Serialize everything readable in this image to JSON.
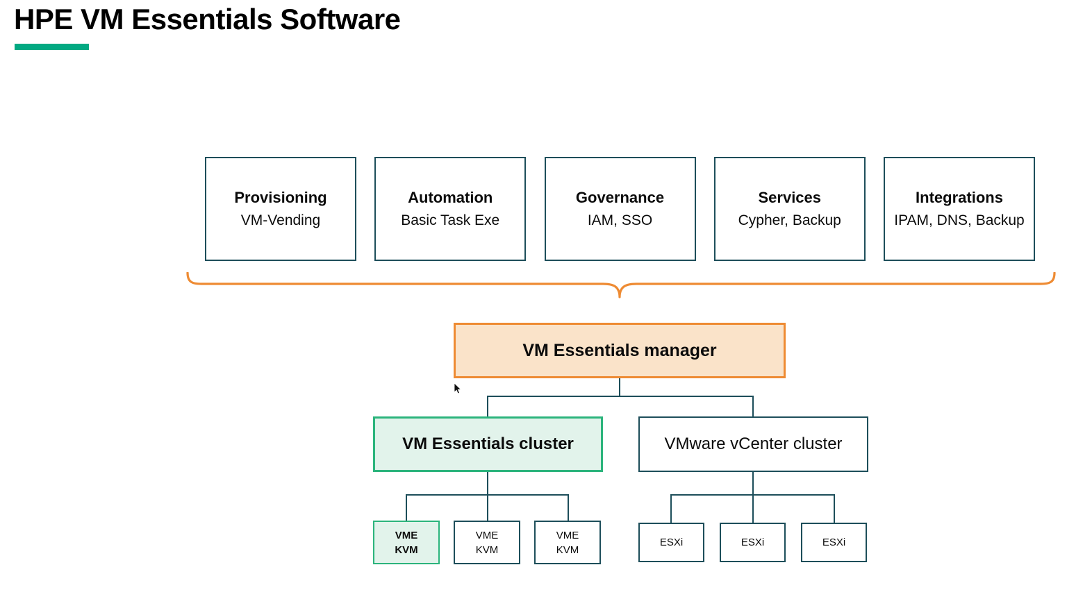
{
  "header": {
    "title": "HPE VM Essentials Software"
  },
  "colors": {
    "accent_green": "#01A982",
    "box_border_teal": "#1D4E5A",
    "highlight_green_border": "#2BB47C",
    "highlight_green_fill": "#E2F3EB",
    "orange_border": "#EE8B33",
    "orange_fill": "#FAE3C9"
  },
  "feature_boxes": [
    {
      "title": "Provisioning",
      "subtitle": "VM-Vending"
    },
    {
      "title": "Automation",
      "subtitle": "Basic Task Exe"
    },
    {
      "title": "Governance",
      "subtitle": "IAM, SSO"
    },
    {
      "title": "Services",
      "subtitle": "Cypher, Backup"
    },
    {
      "title": "Integrations",
      "subtitle": "IPAM, DNS, Backup"
    }
  ],
  "manager_box": {
    "label": "VM Essentials manager"
  },
  "cluster_boxes": {
    "vme": {
      "label": "VM Essentials cluster"
    },
    "vcenter": {
      "label": "VMware vCenter cluster"
    }
  },
  "vme_hosts": [
    {
      "line1": "VME",
      "line2": "KVM"
    },
    {
      "line1": "VME",
      "line2": "KVM"
    },
    {
      "line1": "VME",
      "line2": "KVM"
    }
  ],
  "esxi_hosts": [
    {
      "label": "ESXi"
    },
    {
      "label": "ESXi"
    },
    {
      "label": "ESXi"
    }
  ]
}
